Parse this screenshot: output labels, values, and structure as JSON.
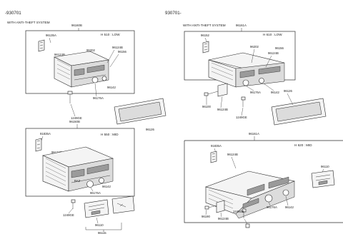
{
  "left_top": {
    "range": "-930701",
    "system": "WITH ANTI-THEFT SYSTEM",
    "assy_no": "96160B",
    "model": "H 510 : LOW",
    "parts": {
      "p_96135A": "96135A",
      "p_96124B_a": "96124B",
      "p_96202": "96202",
      "p_96124B_b": "96124B",
      "p_96156": "96156",
      "p_96142": "96142",
      "p_96176A": "96176A",
      "p_1249GE": "1249GE",
      "p_96126": "96126"
    }
  },
  "left_bottom": {
    "assy_no": "96150B",
    "model": "H 550 : MID",
    "parts": {
      "p_91835A": "91835A",
      "p_96124B": "96124B",
      "p_96142": "96142",
      "p_96176A": "96176A",
      "p_1249GE": "1249GE",
      "p_96110": "96110",
      "p_96115": "96115"
    }
  },
  "right_top": {
    "range": "930701-",
    "system": "WITH ANTI-THEFT SYSTEM",
    "assy_no": "96161A",
    "model": "H 610 : LOW",
    "parts": {
      "p_96152": "96152",
      "p_96202": "96202",
      "p_96156": "96156",
      "p_96124B": "96124B",
      "p_96176A": "96176A",
      "p_96142": "96142",
      "p_96126": "96126",
      "p_96100": "96100",
      "p_96124B_b": "96124B",
      "p_1249GE": "1249GE"
    }
  },
  "right_bottom": {
    "assy_no": "96161A",
    "model": "H 620 : MID",
    "parts": {
      "p_91835A": "91835A",
      "p_96124B": "96124B",
      "p_96110": "96110",
      "p_96176A": "96176A",
      "p_96142": "96142",
      "p_96190": "96190",
      "p_96124B_b": "96124B",
      "p_1249GE": "1249GE"
    }
  }
}
